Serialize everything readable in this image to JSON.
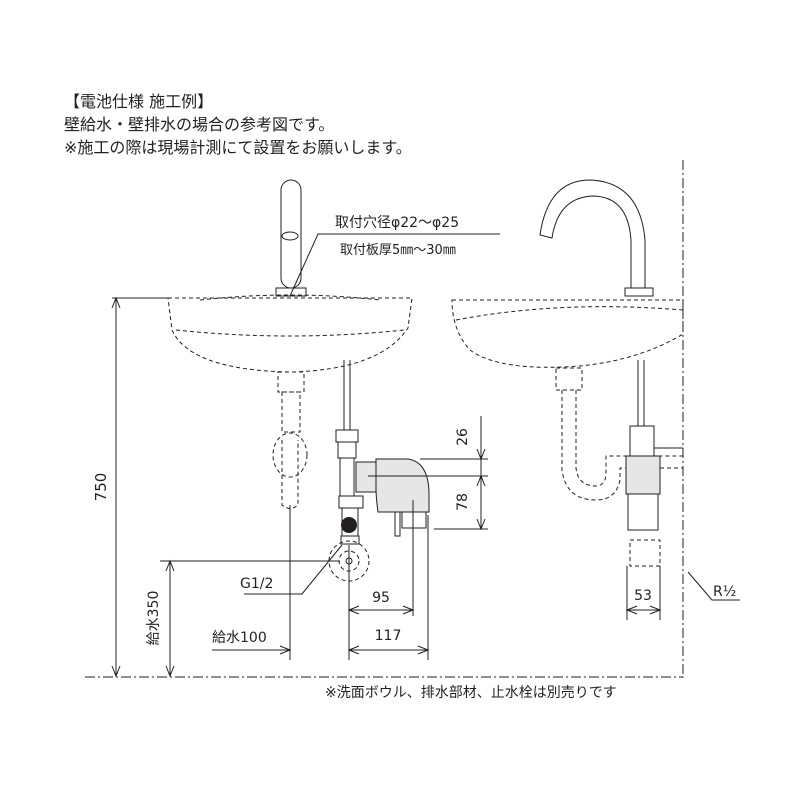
{
  "header": {
    "line1": "【電池仕様 施工例】",
    "line2": "壁給水・壁排水の場合の参考図です。",
    "line3": "※施工の際は現場計測にて設置をお願いします。"
  },
  "annotations": {
    "mount_hole": "取付穴径φ22～φ25",
    "mount_thickness": "取付板厚5㎜～30㎜",
    "height_total": "750",
    "supply_height": "給水350",
    "supply_offset": "給水100",
    "thread": "G1/2",
    "dim_26": "26",
    "dim_78": "78",
    "dim_95": "95",
    "dim_117": "117",
    "dim_53": "53",
    "thread_r": "R½"
  },
  "footer": {
    "note": "※洗面ボウル、排水部材、止水栓は別売りです"
  }
}
